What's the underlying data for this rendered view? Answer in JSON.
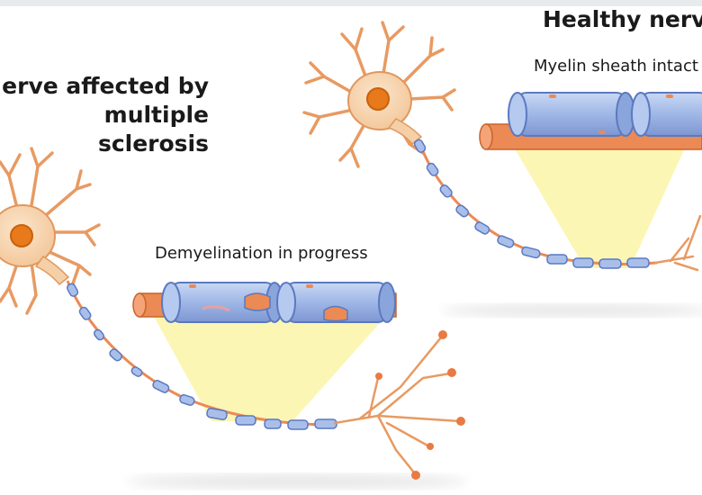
{
  "diagram": {
    "ms_nerve_title": [
      "Nerve affected by",
      "multiple",
      "sclerosis"
    ],
    "healthy_nerve_title": "Healthy nerve",
    "demyelination_label": "Demyelination in progress",
    "myelin_intact_label": "Myelin sheath intact"
  },
  "colors": {
    "neuron_body": "#f7d7b4",
    "neuron_outline": "#e1975f",
    "nucleus": "#e87a1c",
    "dendrite": "#e89a62",
    "myelin": "#9fb7e6",
    "myelin_outline": "#5b79c0",
    "axon_core": "#eb8a55",
    "magnify_cone": "#fbf5a8"
  }
}
